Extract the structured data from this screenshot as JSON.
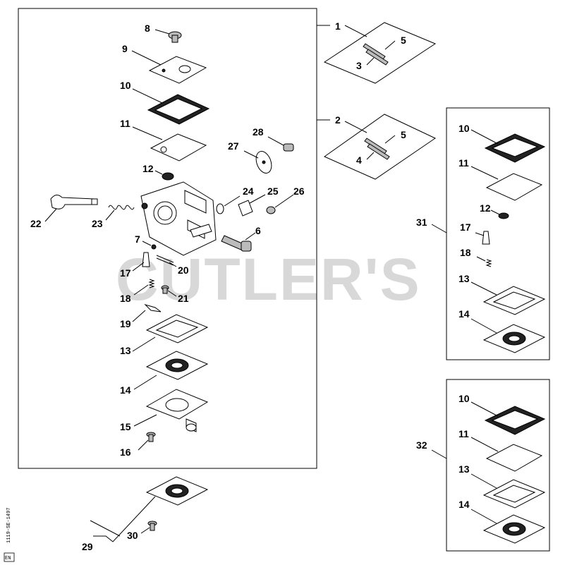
{
  "watermark": "CUTLER'S",
  "figure_code": "1119-SE-1497",
  "figure_tag": "EN",
  "callouts": {
    "c1": "1",
    "c2": "2",
    "c3a": "3",
    "c4a": "4",
    "c5a": "5",
    "c5b": "5",
    "c6": "6",
    "c7": "7",
    "c8": "8",
    "c9": "9",
    "c10": "10",
    "c11": "11",
    "c12": "12",
    "c13": "13",
    "c14": "14",
    "c15": "15",
    "c16": "16",
    "c17": "17",
    "c18": "18",
    "c19": "19",
    "c20": "20",
    "c21": "21",
    "c22": "22",
    "c23": "23",
    "c24": "24",
    "c25": "25",
    "c26": "26",
    "c27": "27",
    "c28": "28",
    "c29": "29",
    "c30": "30",
    "k31": "31",
    "k31_10": "10",
    "k31_11": "11",
    "k31_12": "12",
    "k31_17": "17",
    "k31_18": "18",
    "k31_13": "13",
    "k31_14": "14",
    "k32": "32",
    "k32_10": "10",
    "k32_11": "11",
    "k32_13": "13",
    "k32_14": "14"
  }
}
